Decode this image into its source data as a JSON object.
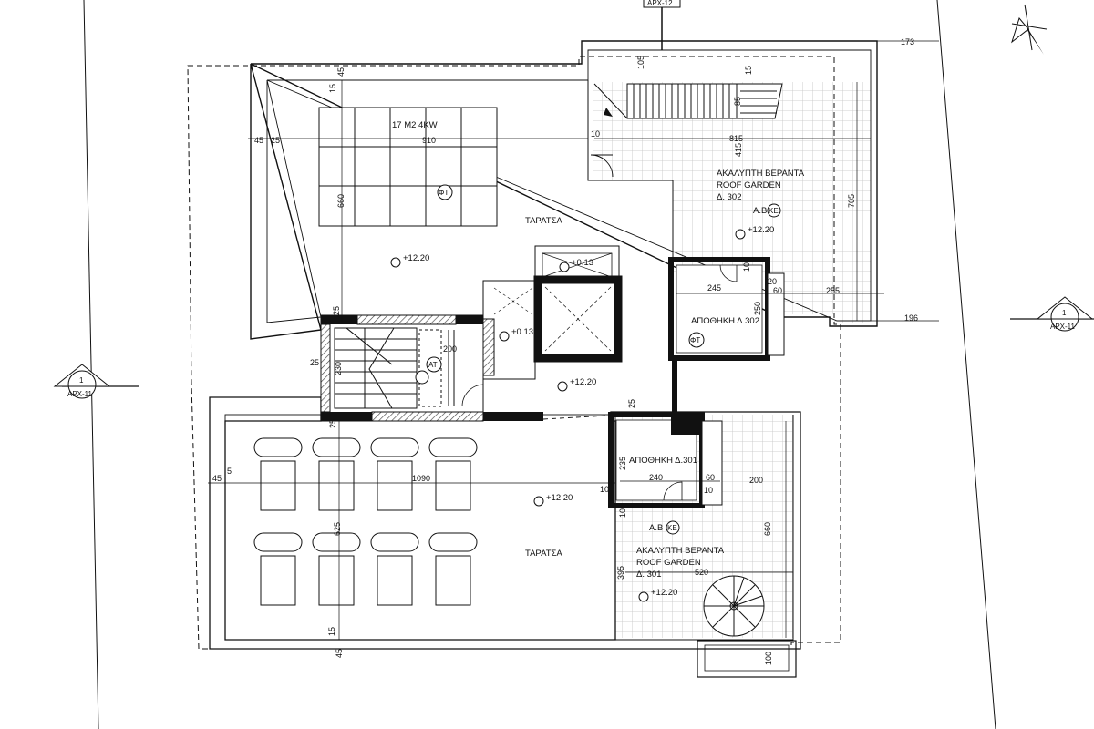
{
  "spaces": {
    "solar_label": "17 M2  4KW",
    "pv_tag": "ΦΤ",
    "pv_tag_store": "ΦΤ",
    "taratsa_top": "ΤΑΡΑΤΣΑ",
    "taratsa_bottom": "ΤΑΡΑΤΣΑ",
    "veranda_302_l1": "ΑΚΑΛΥΠΤΗ ΒΕΡΑΝΤΑ",
    "veranda_302_l2": "ROOF GARDEN",
    "veranda_302_l3": "Δ. 302",
    "veranda_302_ab": "Α.Β",
    "veranda_302_ke": "ΚΕ",
    "storage_302": "ΑΠΟΘΗΚΗ Δ.302",
    "storage_301": "ΑΠΟΘΗΚΗ Δ.301",
    "veranda_301_ab": "Α.Β",
    "veranda_301_ke": "ΚΕ",
    "veranda_301_l1": "ΑΚΑΛΥΠΤΗ ΒΕΡΑΝΤΑ",
    "veranda_301_l2": "ROOF GARDEN",
    "veranda_301_l3": "Δ. 301",
    "stair_tag": "ΑΤ"
  },
  "levels": {
    "top_terrace": "+12.20",
    "veranda_302": "+12.20",
    "center": "+12.20",
    "bottom_terrace": "+12.20",
    "veranda_301": "+12.20",
    "lift_pit": "+0.13",
    "shaft": "+0.13"
  },
  "dimensions": {
    "d173": "173",
    "d105": "105",
    "d15a": "15",
    "d45a": "45",
    "d15b": "15",
    "d45b": "45",
    "d25a": "25",
    "d910": "910",
    "d10a": "10",
    "d815": "815",
    "d85": "85",
    "d415": "415",
    "d705": "705",
    "d660a": "660",
    "d10b": "10",
    "d20": "20",
    "d245": "245",
    "d250": "250",
    "d60a": "60",
    "d255": "255",
    "d196": "196",
    "d25b": "25",
    "d230": "230",
    "d25c": "25",
    "d200a": "200",
    "d25d": "25",
    "d25e": "25",
    "d45c": "45",
    "d5": "5",
    "d1090": "1090",
    "d10c": "10",
    "d235": "235",
    "d240": "240",
    "d60b": "60",
    "d200b": "200",
    "d10d": "10",
    "d10e": "10",
    "d625": "625",
    "d660b": "660",
    "d395": "395",
    "d520": "520",
    "d15c": "15",
    "d45d": "45",
    "d100": "100"
  },
  "section_marks": {
    "top_num": "",
    "top_ref": "ΑΡΧ-12",
    "left_num": "1",
    "left_ref": "ΑΡΧ-11",
    "right_num": "1",
    "right_ref": "ΑΡΧ-11"
  },
  "colors": {
    "line": "#111111",
    "grid": "#c8c8c8",
    "hatch": "#555555",
    "background": "#ffffff"
  }
}
